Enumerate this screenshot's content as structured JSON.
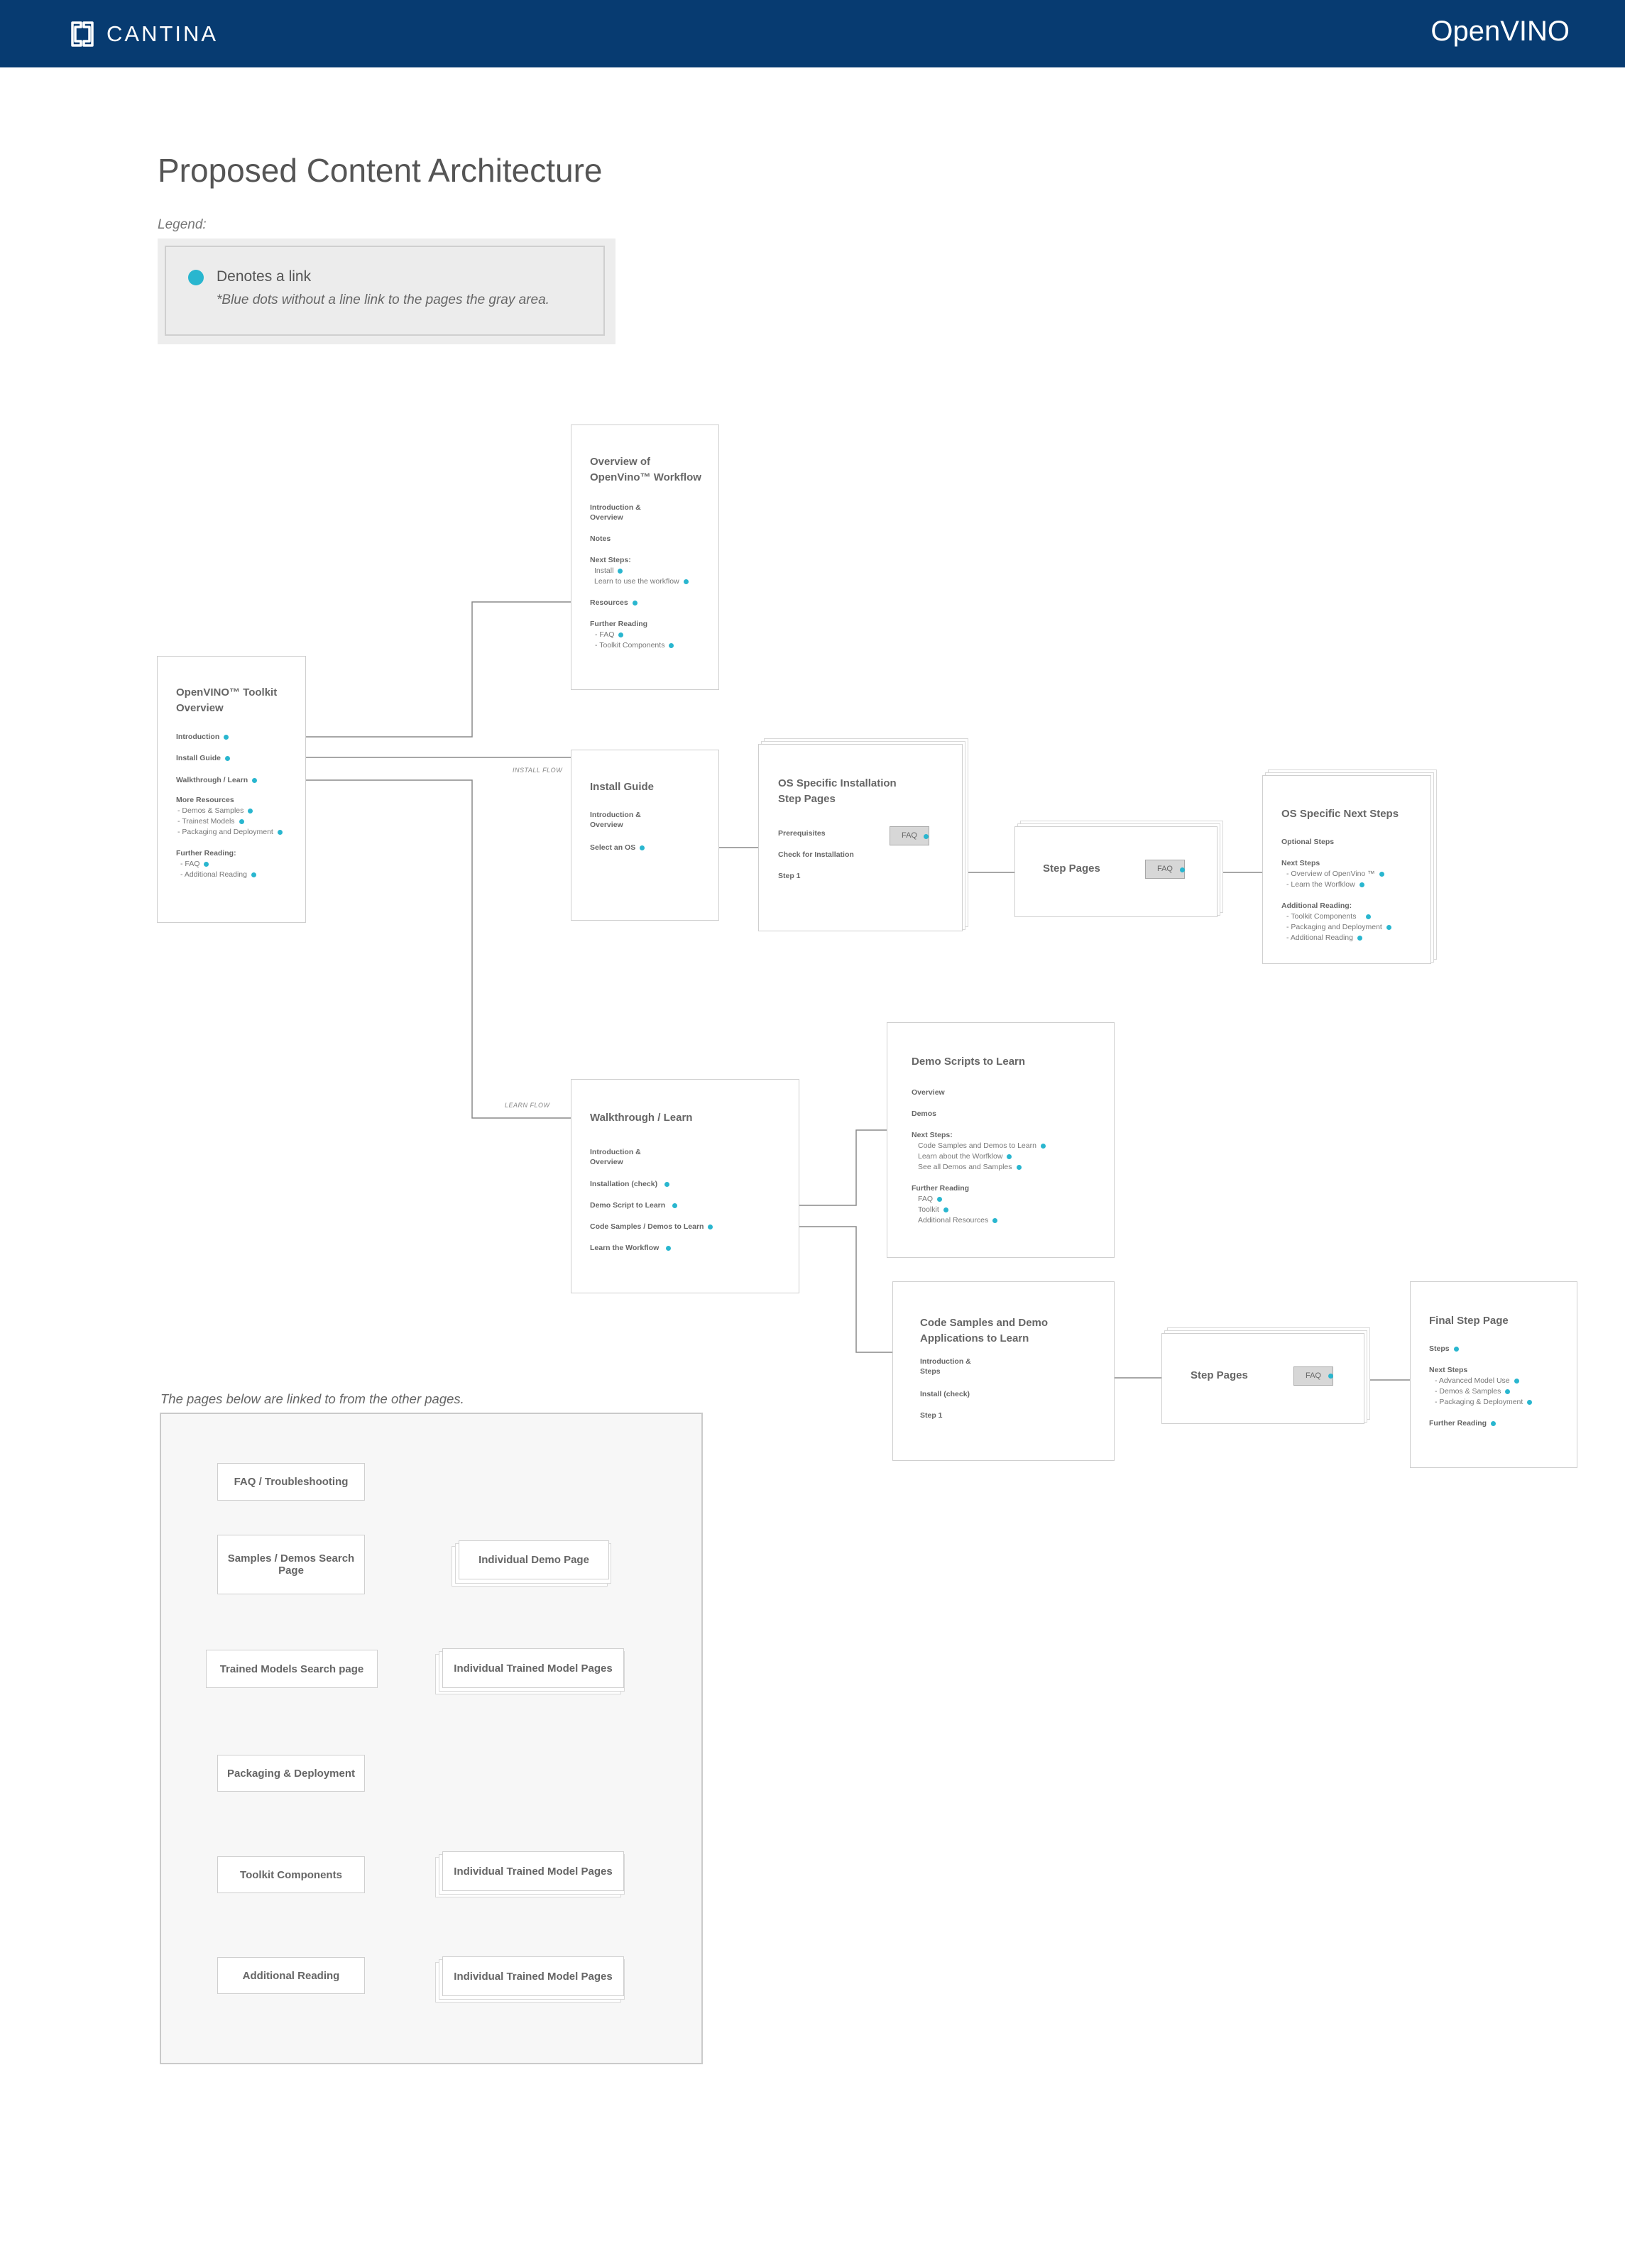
{
  "header": {
    "left_brand": "CANTINA",
    "right_brand": "OpenVINO"
  },
  "page_title": "Proposed Content Architecture",
  "legend": {
    "label": "Legend:",
    "item": "Denotes a link",
    "note": "*Blue dots without a line link to the pages the gray area.",
    "dot_color": "#29b6cf"
  },
  "flow_labels": {
    "install_flow": "INSTALL FLOW",
    "learn_flow": "LEARN FLOW"
  },
  "toolkit_overview": {
    "title": "OpenVINO™ Toolkit Overview",
    "introduction": "Introduction",
    "install_guide": "Install Guide",
    "walkthrough": "Walkthrough / Learn",
    "more_resources": "More Resources",
    "more_items": [
      "- Demos & Samples",
      "- Trainest Models",
      "- Packaging and Deployment"
    ],
    "further_reading": "Further Reading:",
    "further_items": [
      "- FAQ",
      "- Additional Reading"
    ]
  },
  "workflow_overview": {
    "title": "Overview of OpenVino™ Workflow",
    "intro": "Introduction & Overview",
    "notes": "Notes",
    "next_steps": "Next Steps:",
    "next_items": [
      "Install",
      "Learn to use the workflow"
    ],
    "resources": "Resources",
    "further_reading": "Further Reading",
    "further_items": [
      "- FAQ",
      "- Toolkit Components"
    ]
  },
  "install_guide": {
    "title": "Install Guide",
    "intro": "Introduction & Overview",
    "select_os": "Select an OS"
  },
  "os_install": {
    "title": "OS Specific Installation Step Pages",
    "prereq": "Prerequisites",
    "faq": "FAQ",
    "check": "Check for Installation",
    "step1": "Step 1"
  },
  "step_pages_1": {
    "title": "Step Pages",
    "faq": "FAQ"
  },
  "os_next": {
    "title": "OS Specific Next Steps",
    "optional": "Optional Steps",
    "next_steps": "Next Steps",
    "next_items": [
      "- Overview of OpenVino ™",
      "- Learn the Worfklow"
    ],
    "additional": "Additional Reading:",
    "additional_items": [
      "- Toolkit Components",
      "- Packaging and Deployment",
      "- Additional Reading"
    ]
  },
  "walkthrough": {
    "title": "Walkthrough / Learn",
    "intro": "Introduction & Overview",
    "items": [
      "Installation (check)",
      "Demo Script to Learn",
      "Code Samples / Demos to Learn",
      "Learn the Workflow"
    ]
  },
  "demo_scripts": {
    "title": "Demo Scripts to Learn",
    "overview": "Overview",
    "demos": "Demos",
    "next_steps": "Next Steps:",
    "next_items": [
      "Code Samples and Demos to Learn",
      "Learn about the Worfklow",
      "See all Demos and Samples"
    ],
    "further_reading": "Further Reading",
    "further_items": [
      "FAQ",
      "Toolkit",
      "Additional Resources"
    ]
  },
  "code_samples": {
    "title": "Code Samples and Demo Applications to Learn",
    "intro": "Introduction & Steps",
    "install": "Install (check)",
    "step1": "Step 1"
  },
  "step_pages_2": {
    "title": "Step Pages",
    "faq": "FAQ"
  },
  "final_step": {
    "title": "Final Step Page",
    "steps": "Steps",
    "next_steps": "Next Steps",
    "next_items": [
      "- Advanced Model Use",
      "- Demos & Samples",
      "- Packaging & Deployment"
    ],
    "further_reading": "Further Reading"
  },
  "lower": {
    "label": "The pages below are linked to from the other pages.",
    "faq": "FAQ / Troubleshooting",
    "samples": "Samples / Demos Search Page",
    "individual_demo": "Individual  Demo  Page",
    "trained": "Trained Models  Search page",
    "individual_trained": "Individual Trained Model Pages",
    "packaging": "Packaging & Deployment",
    "toolkit": "Toolkit Components",
    "individual_toolkit": "Individual Trained Model Pages",
    "additional": "Additional Reading",
    "individual_additional": "Individual Trained Model Pages"
  }
}
